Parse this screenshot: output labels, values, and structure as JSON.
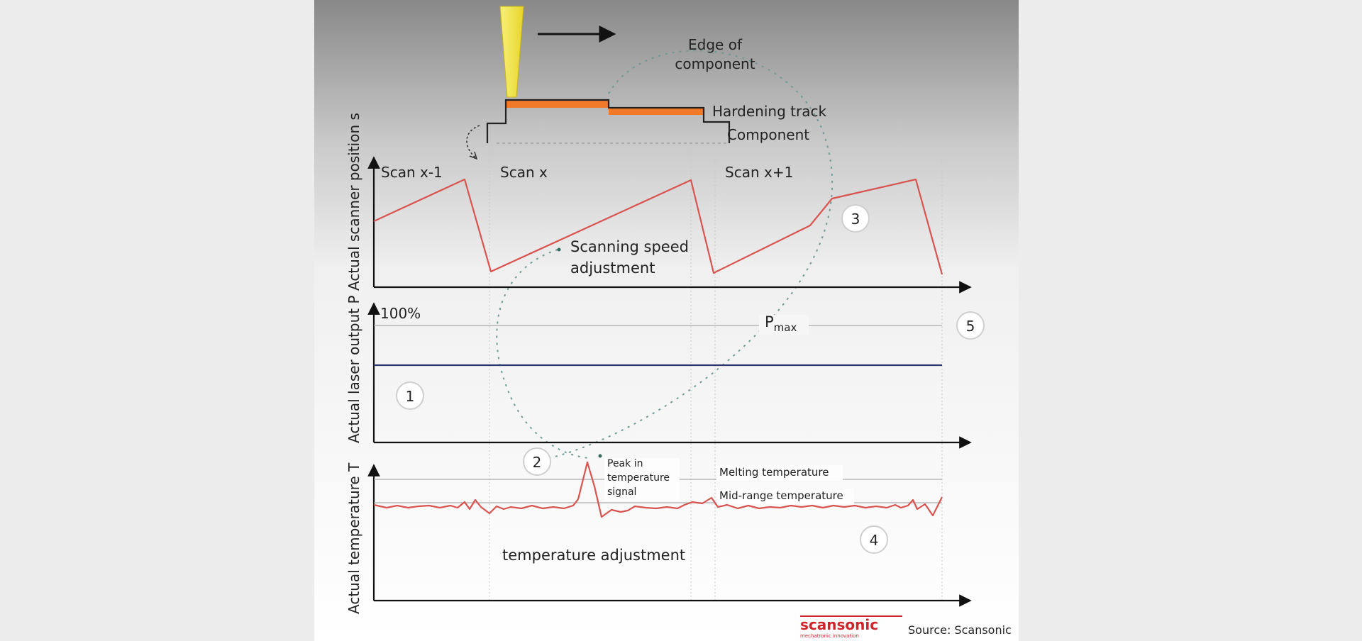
{
  "top": {
    "edge_label_line1": "Edge of",
    "edge_label_line2": "component",
    "hardening_track": "Hardening track",
    "component": "Component"
  },
  "scans": {
    "prev": "Scan x-1",
    "current": "Scan x",
    "next": "Scan x+1"
  },
  "axes": {
    "scanner_position": "Actual scanner position s",
    "laser_output": "Actual laser output P",
    "temperature": "Actual temperature T"
  },
  "annotations": {
    "scanning_speed_line1": "Scanning speed",
    "scanning_speed_line2": "adjustment",
    "percent_100": "100%",
    "p_max_base": "P",
    "p_max_sub": "max",
    "peak_line1": "Peak in",
    "peak_line2": "temperature",
    "peak_line3": "signal",
    "melting_temperature": "Melting temperature",
    "mid_range_temperature": "Mid-range temperature",
    "temperature_adjustment": "temperature adjustment"
  },
  "markers": [
    "1",
    "2",
    "3",
    "4",
    "5"
  ],
  "footer": {
    "logo_text": "scansonic",
    "logo_tagline": "mechatronic innovation",
    "source": "Source: Scansonic"
  },
  "colors": {
    "signal": "#d9534f",
    "laser_line": "#2e3a6e",
    "track": "#f07a2a",
    "beam": "#f4e94a",
    "dashed_loop": "#6f9a96",
    "logo": "#d1232a"
  }
}
